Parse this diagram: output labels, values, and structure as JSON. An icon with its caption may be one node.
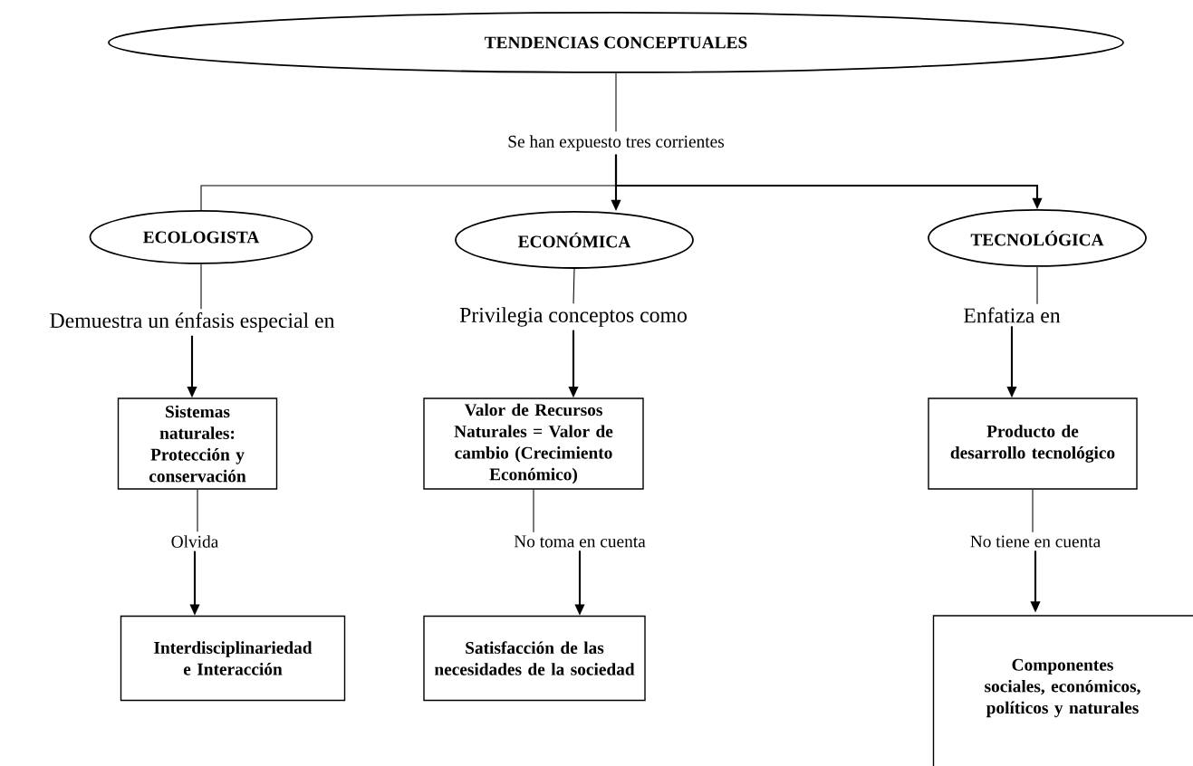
{
  "diagram": {
    "nodes": [
      {
        "text": [
          "TENDENCIAS CONCEPTUALES"
        ]
      },
      {
        "text": [
          "Se han expuesto tres corrientes"
        ]
      },
      {
        "text": [
          "ECOLOGISTA"
        ]
      },
      {
        "text": [
          "ECONÓMICA"
        ]
      },
      {
        "text": [
          "TECNOLÓGICA"
        ]
      },
      {
        "text": [
          "Demuestra un énfasis especial en"
        ]
      },
      {
        "text": [
          "Privilegia conceptos como"
        ]
      },
      {
        "text": [
          "Enfatiza en"
        ]
      },
      {
        "text": [
          "Sistemas naturales: Protección y conservación"
        ]
      },
      {
        "text": [
          "Valor de Recursos Naturales = Valor de cambio (Crecimiento Económico)"
        ]
      },
      {
        "text": [
          "Producto de desarrollo tecnológico"
        ]
      },
      {
        "text": [
          "Olvida"
        ]
      },
      {
        "text": [
          "No toma en cuenta"
        ]
      },
      {
        "text": [
          "No tiene en cuenta"
        ]
      },
      {
        "text": [
          "Interdisciplinariedad e Interacción"
        ]
      },
      {
        "text": [
          "Satisfacción de las necesidades de la sociedad"
        ]
      },
      {
        "text": [
          "Componentes sociales, económicos, políticos y naturales"
        ]
      }
    ],
    "edges": [
      {
        "from": 0,
        "to": 1,
        "arrow": "none"
      },
      {
        "from": 1,
        "to": 2,
        "arrow": "none"
      },
      {
        "from": 1,
        "to": 3,
        "arrow": "to"
      },
      {
        "from": 1,
        "to": 4,
        "arrow": "to"
      },
      {
        "from": 2,
        "to": 5,
        "arrow": "none"
      },
      {
        "from": 3,
        "to": 6,
        "arrow": "none"
      },
      {
        "from": 4,
        "to": 7,
        "arrow": "none"
      },
      {
        "from": 5,
        "to": 8,
        "arrow": "to"
      },
      {
        "from": 6,
        "to": 9,
        "arrow": "to"
      },
      {
        "from": 7,
        "to": 10,
        "arrow": "to"
      },
      {
        "from": 8,
        "to": 11,
        "arrow": "none"
      },
      {
        "from": 9,
        "to": 12,
        "arrow": "none"
      },
      {
        "from": 10,
        "to": 13,
        "arrow": "none"
      },
      {
        "from": 11,
        "to": 14,
        "arrow": "to"
      },
      {
        "from": 12,
        "to": 15,
        "arrow": "to"
      },
      {
        "from": 13,
        "to": 16,
        "arrow": "to"
      }
    ]
  }
}
